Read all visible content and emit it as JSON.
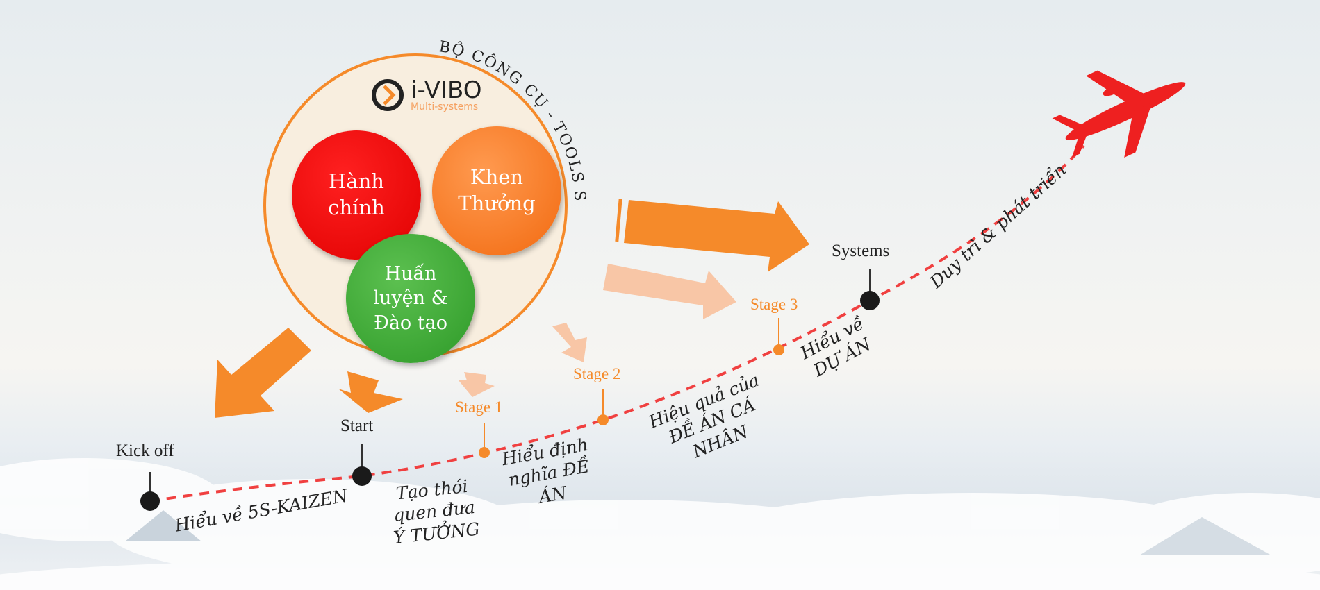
{
  "logo": {
    "name": "i-VIBO",
    "tagline": "Multi-systems"
  },
  "toolset_title": "BỘ CÔNG CỤ - TOOLS SET",
  "tools": [
    {
      "label": "Hành chính",
      "color": "#f20000"
    },
    {
      "label": "Khen Thưởng",
      "color": "#f57a1e"
    },
    {
      "label": "Huấn luyện & Đào tạo",
      "color": "#3aa335"
    }
  ],
  "milestones": [
    {
      "label": "Kick off",
      "type": "main"
    },
    {
      "label": "Start",
      "type": "main"
    },
    {
      "label": "Stage 1",
      "type": "stage"
    },
    {
      "label": "Stage 2",
      "type": "stage"
    },
    {
      "label": "Stage 3",
      "type": "stage"
    },
    {
      "label": "Systems",
      "type": "main"
    }
  ],
  "descriptions": [
    "Hiểu về 5S-KAIZEN",
    "Tạo thói quen đưa Ý TƯỞNG",
    "Hiểu định nghĩa ĐỀ ÁN",
    "Hiệu quả của ĐỀ ÁN CÁ NHÂN",
    "Hiểu về DỰ ÁN",
    "Duy trì & phát triển"
  ],
  "colors": {
    "accent": "#f58a2a",
    "path": "#f04040",
    "plane": "#ee2020"
  }
}
